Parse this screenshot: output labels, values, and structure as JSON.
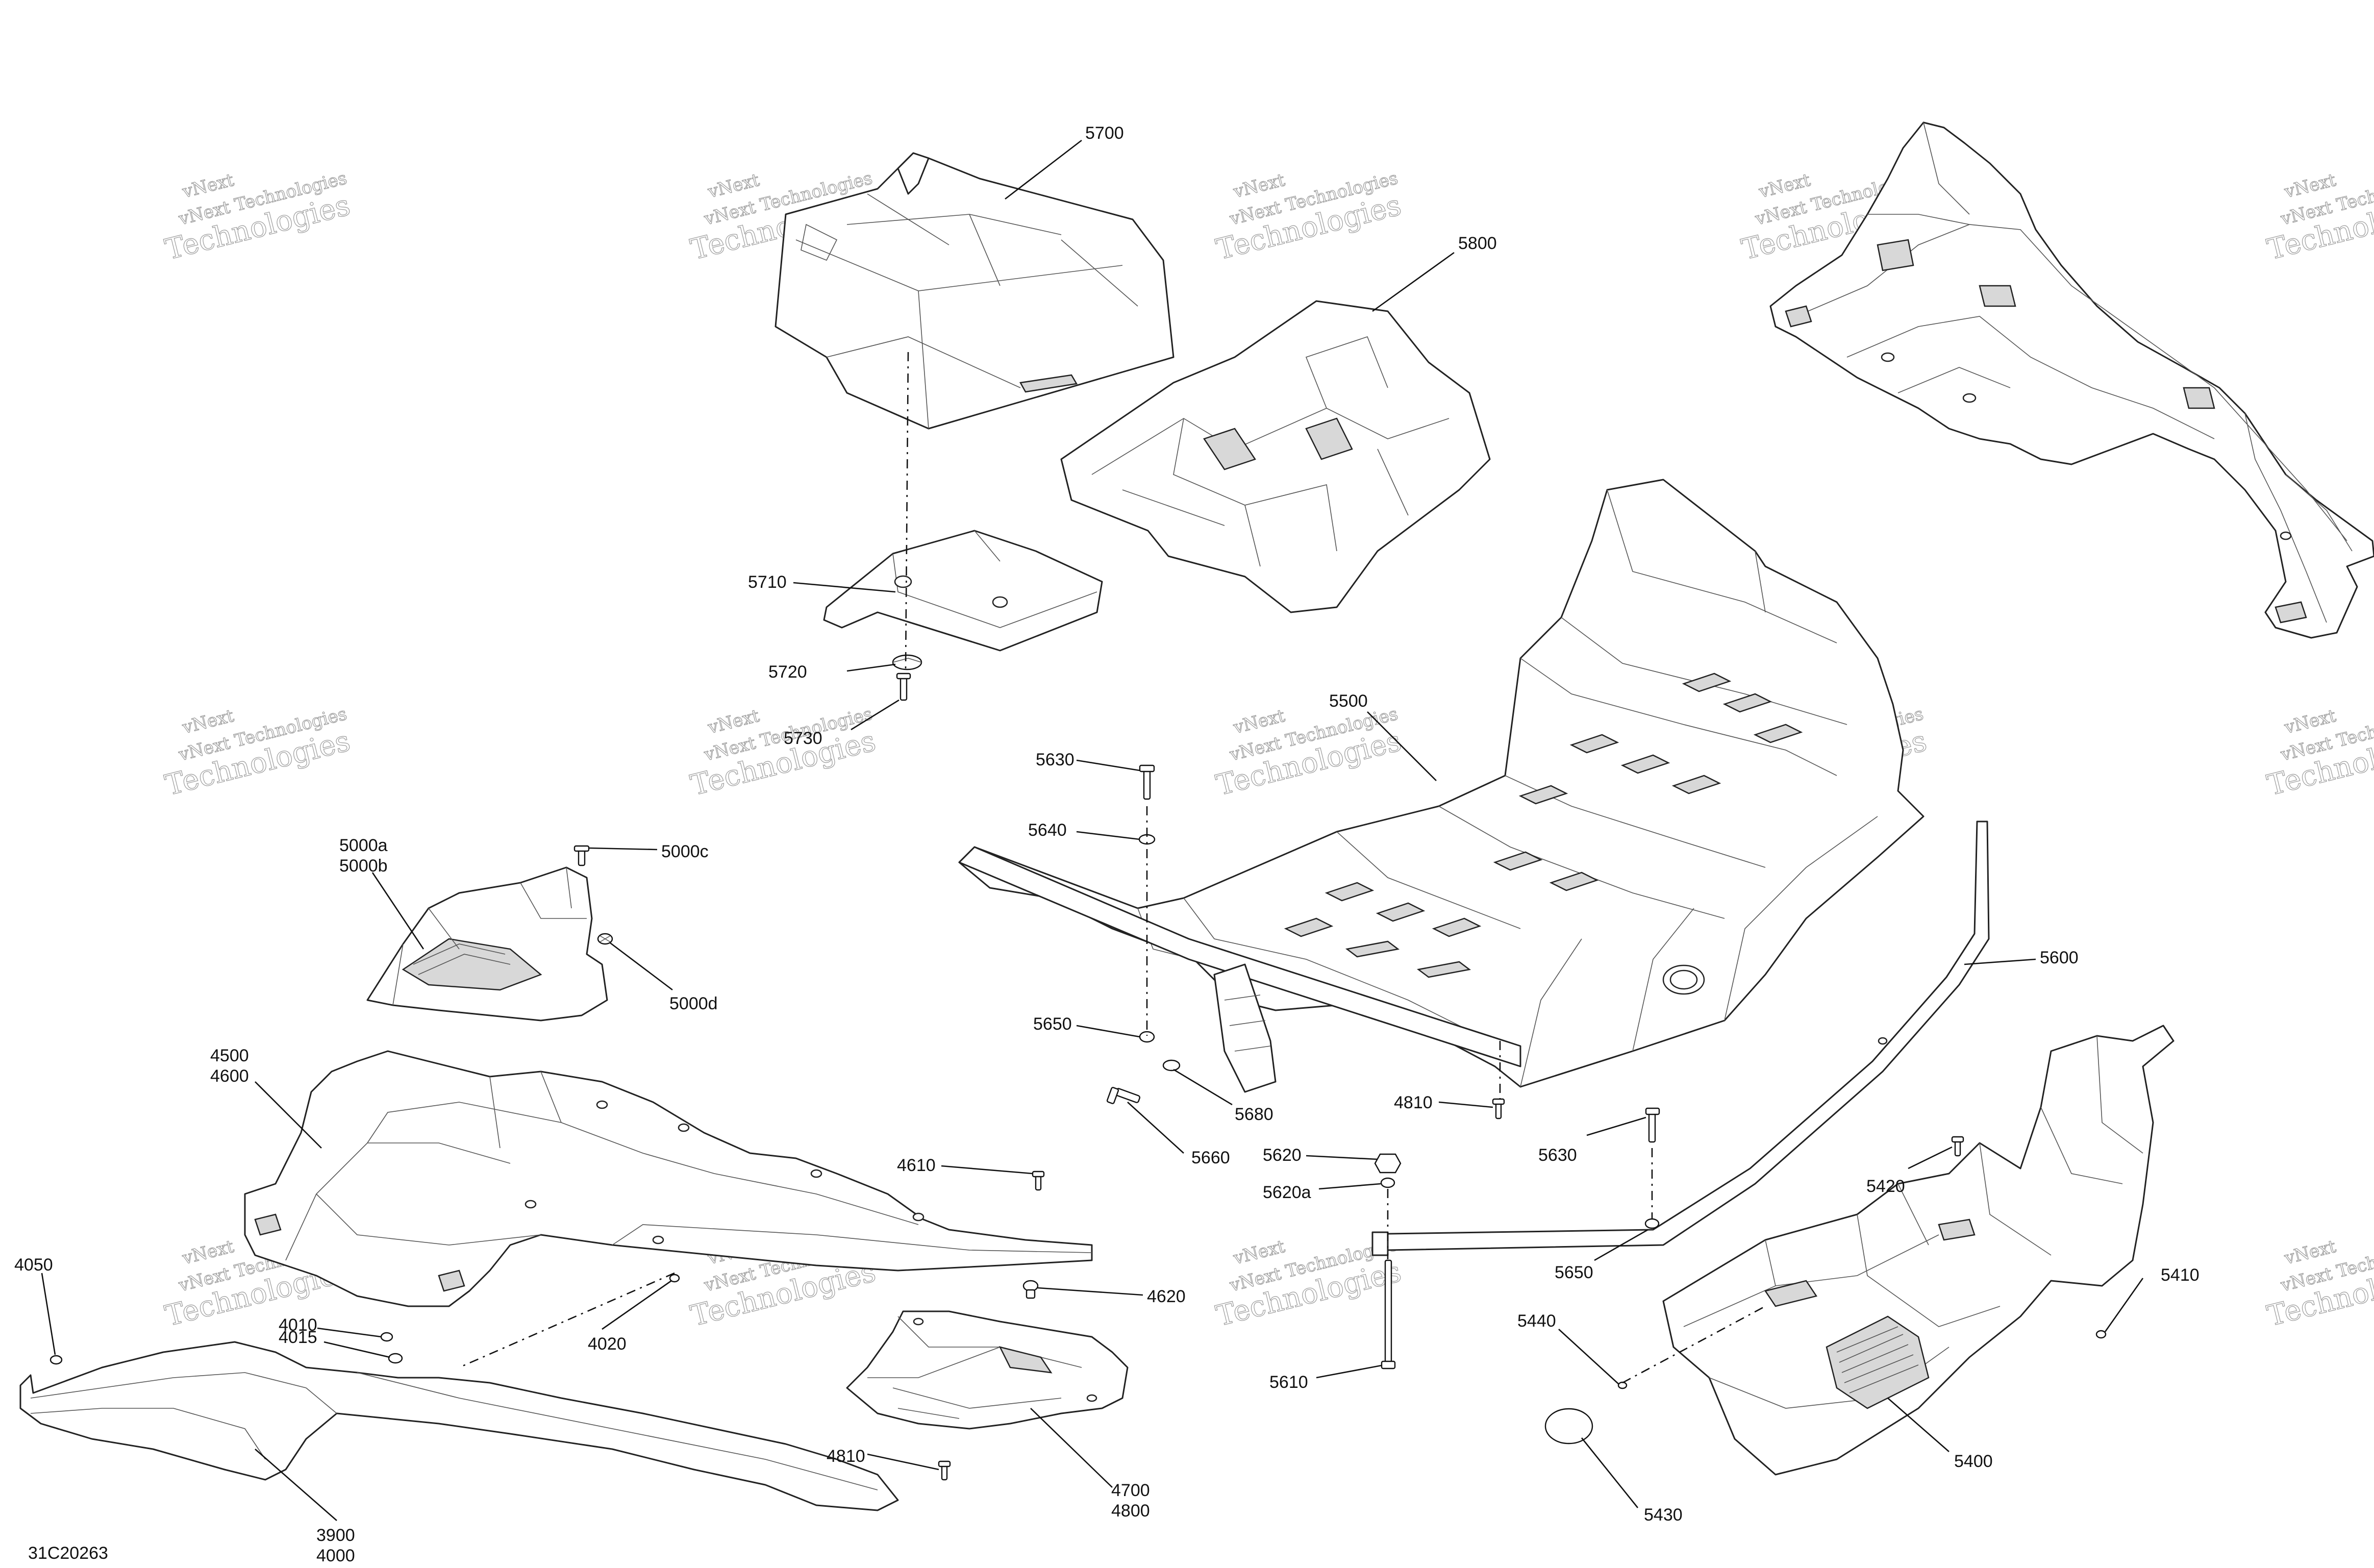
{
  "figure_id": "31C20263",
  "watermark": {
    "line1": "vNext Technologies",
    "line2": "vNext",
    "line3": "Technologies"
  },
  "callouts": {
    "c5700": "5700",
    "c5800": "5800",
    "c5710": "5710",
    "c5720": "5720",
    "c5730": "5730",
    "c5500": "5500",
    "c5630a": "5630",
    "c5640": "5640",
    "c5650a": "5650",
    "c5660": "5660",
    "c5680": "5680",
    "c4810a": "4810",
    "c5600": "5600",
    "c5620": "5620",
    "c5620a": "5620a",
    "c5630b": "5630",
    "c5650b": "5650",
    "c5610": "5610",
    "c5440": "5440",
    "c5430": "5430",
    "c5420": "5420",
    "c5410": "5410",
    "c5400": "5400",
    "c5000a": "5000a",
    "c5000b": "5000b",
    "c5000c": "5000c",
    "c5000d": "5000d",
    "c4500": "4500",
    "c4600": "4600",
    "c4610": "4610",
    "c4620": "4620",
    "c4020": "4020",
    "c4010": "4010",
    "c4015": "4015",
    "c4050": "4050",
    "c3900": "3900",
    "c4000": "4000",
    "c4810b": "4810",
    "c4700": "4700",
    "c4800": "4800"
  }
}
